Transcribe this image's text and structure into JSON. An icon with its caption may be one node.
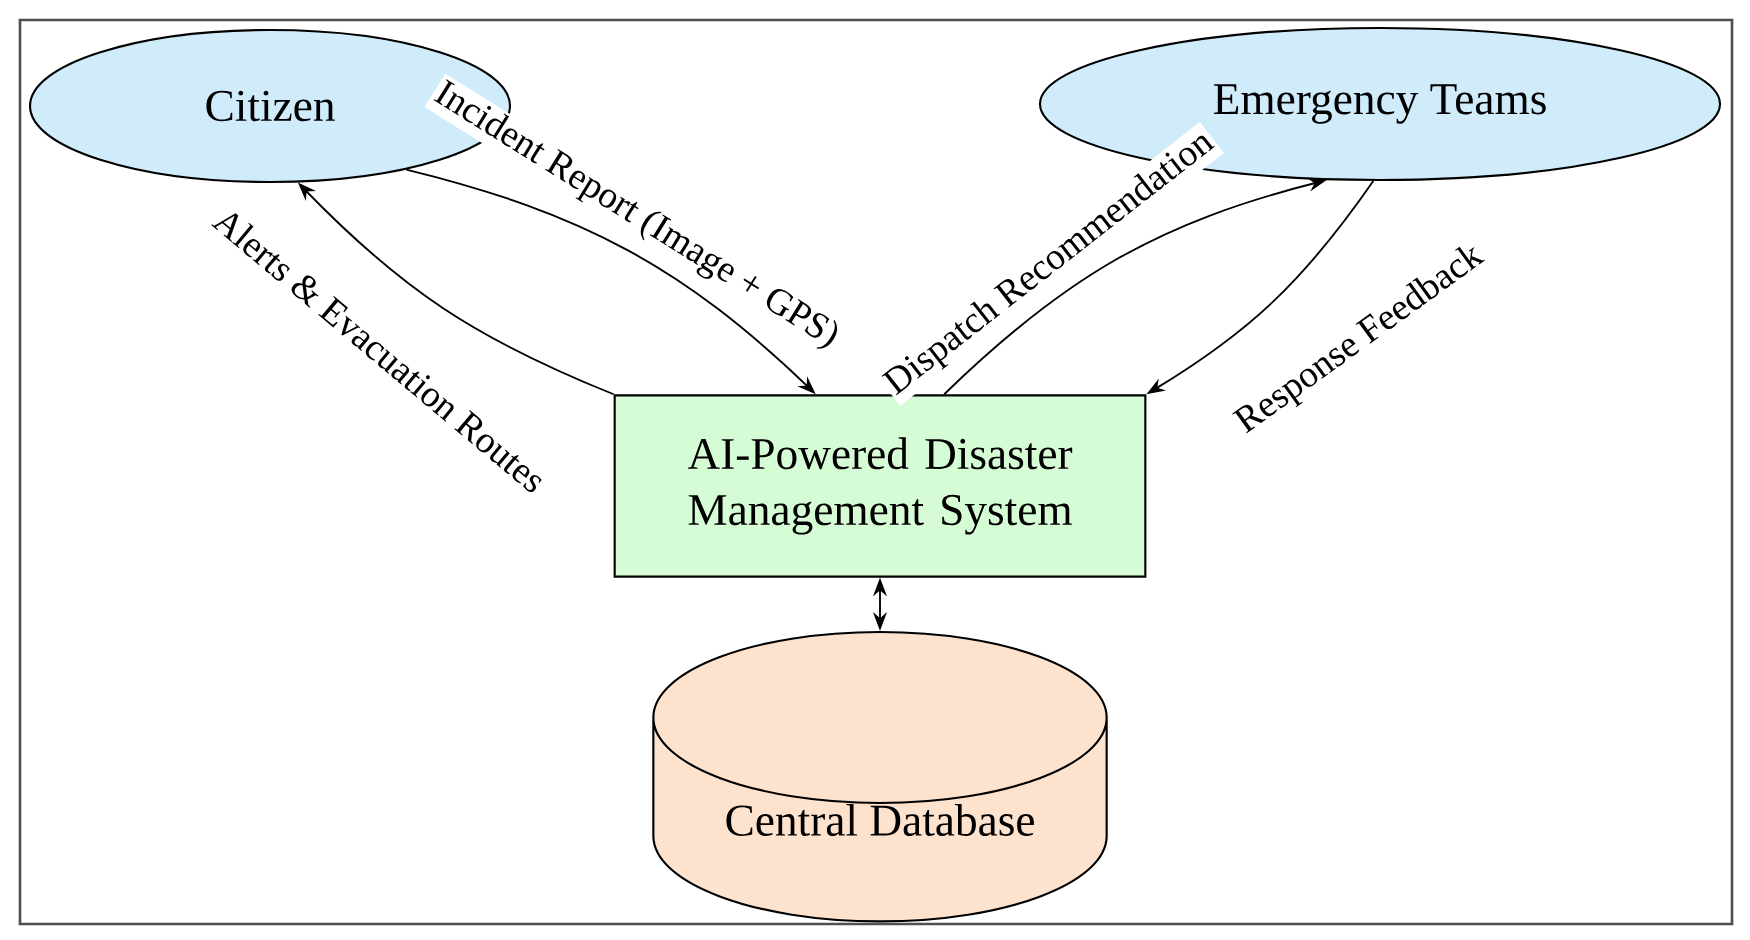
{
  "diagram": {
    "nodes": [
      {
        "text": [
          "Citizen"
        ]
      },
      {
        "text": [
          "Emergency Teams"
        ]
      },
      {
        "text": [
          "AI-Powered Disaster Management System"
        ]
      },
      {
        "text": [
          "Central Database"
        ]
      }
    ],
    "edges": [
      {
        "from": 0,
        "to": 2,
        "arrow": "to",
        "label": "Incident Report (Image + GPS)"
      },
      {
        "from": 2,
        "to": 0,
        "arrow": "to",
        "label": "Alerts & Evacuation Routes"
      },
      {
        "from": 2,
        "to": 1,
        "arrow": "to",
        "label": "Dispatch Recommendation"
      },
      {
        "from": 1,
        "to": 2,
        "arrow": "to",
        "label": "Response Feedback"
      },
      {
        "from": 2,
        "to": 3,
        "arrow": "both"
      }
    ]
  }
}
